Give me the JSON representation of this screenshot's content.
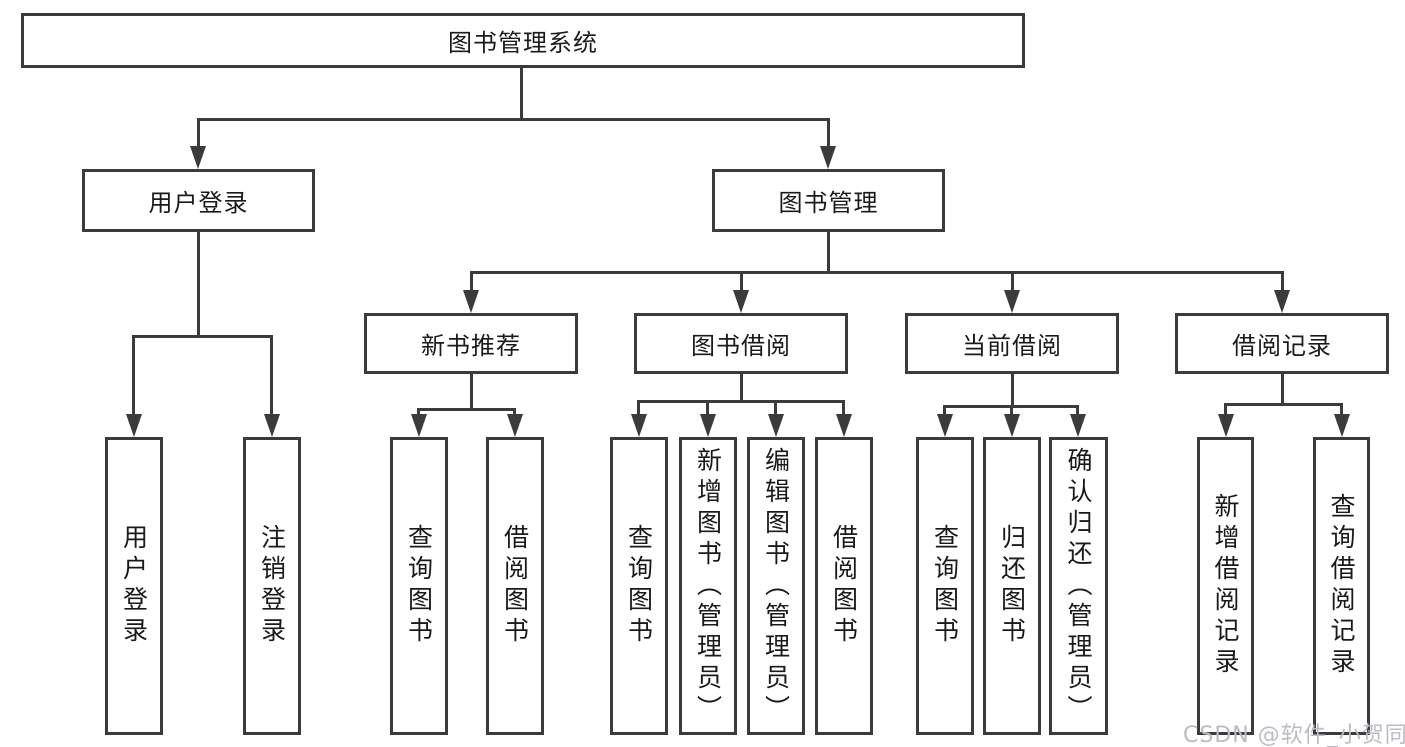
{
  "diagram": {
    "root": {
      "label": "图书管理系统"
    },
    "level2": [
      {
        "id": "user-login",
        "label": "用户登录"
      },
      {
        "id": "book-management",
        "label": "图书管理"
      }
    ],
    "level3": [
      {
        "id": "new-book-recommendation",
        "label": "新书推荐"
      },
      {
        "id": "book-borrowing",
        "label": "图书借阅"
      },
      {
        "id": "current-borrowing",
        "label": "当前借阅"
      },
      {
        "id": "borrowing-records",
        "label": "借阅记录"
      }
    ],
    "leaves": [
      {
        "id": "user-login",
        "label": "用户登录"
      },
      {
        "id": "logout",
        "label": "注销登录"
      },
      {
        "id": "query-books-recommend",
        "label": "查询图书"
      },
      {
        "id": "borrow-books-recommend",
        "label": "借阅图书"
      },
      {
        "id": "query-books-borrowing",
        "label": "查询图书"
      },
      {
        "id": "add-books-admin",
        "label": "新增图书（管理员）"
      },
      {
        "id": "edit-books-admin",
        "label": "编辑图书（管理员）"
      },
      {
        "id": "borrow-books",
        "label": "借阅图书"
      },
      {
        "id": "query-books-current",
        "label": "查询图书"
      },
      {
        "id": "return-books",
        "label": "归还图书"
      },
      {
        "id": "confirm-return-admin",
        "label": "确认归还（管理员）"
      },
      {
        "id": "add-borrow-record",
        "label": "新增借阅记录"
      },
      {
        "id": "query-borrow-record",
        "label": "查询借阅记录"
      }
    ],
    "colors": {
      "line": "#3b3b3b",
      "text": "#1a1a1a"
    }
  },
  "watermark": {
    "text": "CSDN @软件_小贺同学",
    "color": "#b9bdc3"
  }
}
